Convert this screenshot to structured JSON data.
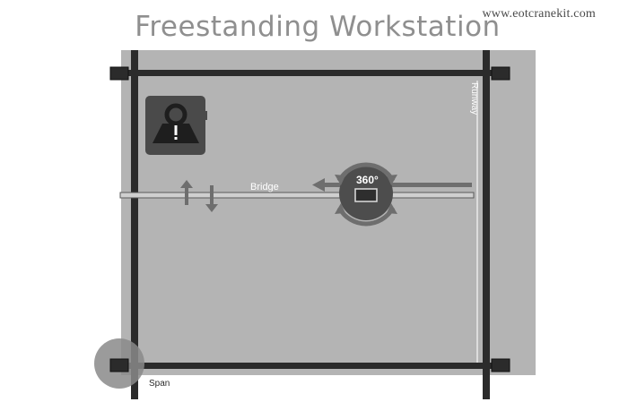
{
  "header": {
    "title": "Freestanding Workstation",
    "watermark": "www.eotcranekit.com"
  },
  "diagram": {
    "runway_label": "Runway",
    "bridge_label": "Bridge",
    "rotation_label": "360°",
    "span_label": "Span",
    "hoist_icon": "weight-warning-icon",
    "motion_icons": [
      "up-down-arrows-icon",
      "left-arrow-icon",
      "rotation-arrows-icon"
    ],
    "colors": {
      "field": "#b4b4b4",
      "structure": "#2b2b2b",
      "hoist_badge": "#4a4a4a",
      "arrow": "#6e6e6e",
      "joint_circle": "#8a8a8a"
    }
  }
}
